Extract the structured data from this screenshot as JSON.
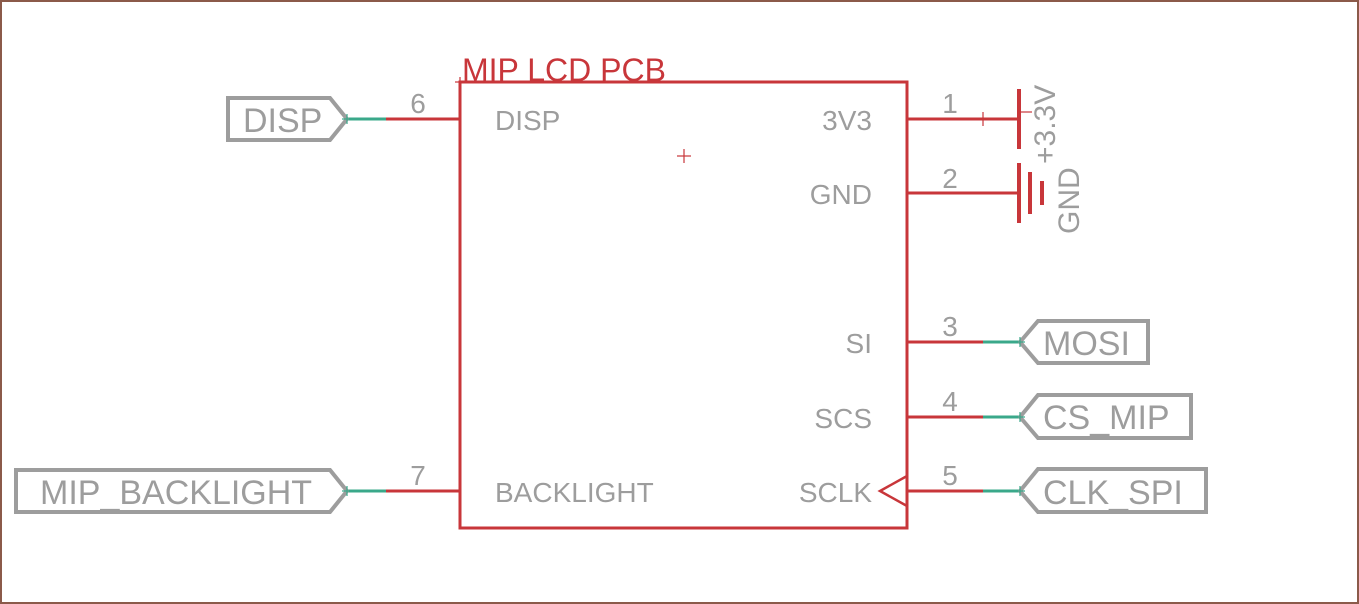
{
  "component": {
    "name": "MIP LCD PCB",
    "pins": [
      {
        "number": "6",
        "name": "DISP"
      },
      {
        "number": "7",
        "name": "BACKLIGHT"
      },
      {
        "number": "1",
        "name": "3V3"
      },
      {
        "number": "2",
        "name": "GND"
      },
      {
        "number": "3",
        "name": "SI"
      },
      {
        "number": "4",
        "name": "SCS"
      },
      {
        "number": "5",
        "name": "SCLK"
      }
    ]
  },
  "net_labels": {
    "disp": "DISP",
    "backlight": "MIP_BACKLIGHT",
    "mosi": "MOSI",
    "cs": "CS_MIP",
    "clk": "CLK_SPI"
  },
  "power": {
    "supply": "+3.3V",
    "ground": "GND"
  },
  "colors": {
    "component": "#c8363a",
    "wire": "#3aa88a",
    "label": "#9d9d9d",
    "frame": "#8b5a4a"
  }
}
